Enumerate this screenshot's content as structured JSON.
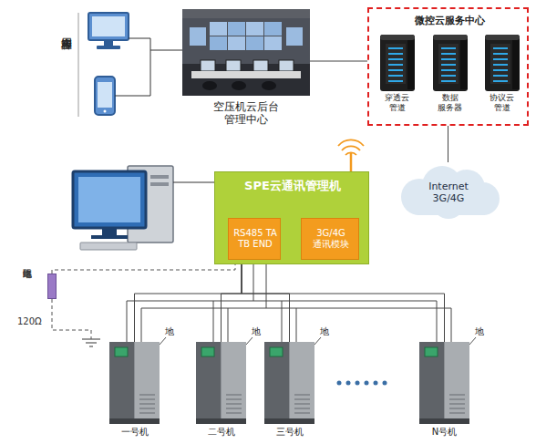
{
  "diagram": {
    "nodes": [
      {
        "text": [
          "空压机云后台 管理中心"
        ]
      },
      {
        "text": [
          "微控云服务中心"
        ]
      },
      {
        "text": [
          "穿透云 管道"
        ],
        "in": 1
      },
      {
        "text": [
          "数据 服务器"
        ],
        "in": 1
      },
      {
        "text": [
          "协议云 管道"
        ],
        "in": 1
      },
      {
        "text": [
          "Internet 3G/4G"
        ]
      },
      {
        "text": [
          "SPE云通讯管理机"
        ]
      },
      {
        "text": [
          "RS485 TA TB END"
        ],
        "in": 6
      },
      {
        "text": [
          "3G/4G 通讯模块"
        ],
        "in": 6
      },
      {
        "text": [
          "终端电阻",
          "120Ω"
        ]
      },
      {
        "text": [
          "一号机"
        ]
      },
      {
        "text": [
          "二号机"
        ]
      },
      {
        "text": [
          "三号机"
        ]
      },
      {
        "text": [
          "N号机"
        ]
      }
    ],
    "edges": [
      {
        "from": 0,
        "to": 1,
        "arrow": "none"
      },
      {
        "from": 1,
        "to": 5,
        "arrow": "none"
      },
      {
        "from": 9,
        "to": 7,
        "arrow": "none"
      },
      {
        "from": 7,
        "to": 10,
        "arrow": "none"
      },
      {
        "from": 7,
        "to": 11,
        "arrow": "none"
      },
      {
        "from": 7,
        "to": 12,
        "arrow": "none"
      },
      {
        "from": 7,
        "to": 13,
        "arrow": "none"
      }
    ],
    "labels": [
      "客户端应用",
      "地",
      "地",
      "地",
      "地"
    ]
  }
}
